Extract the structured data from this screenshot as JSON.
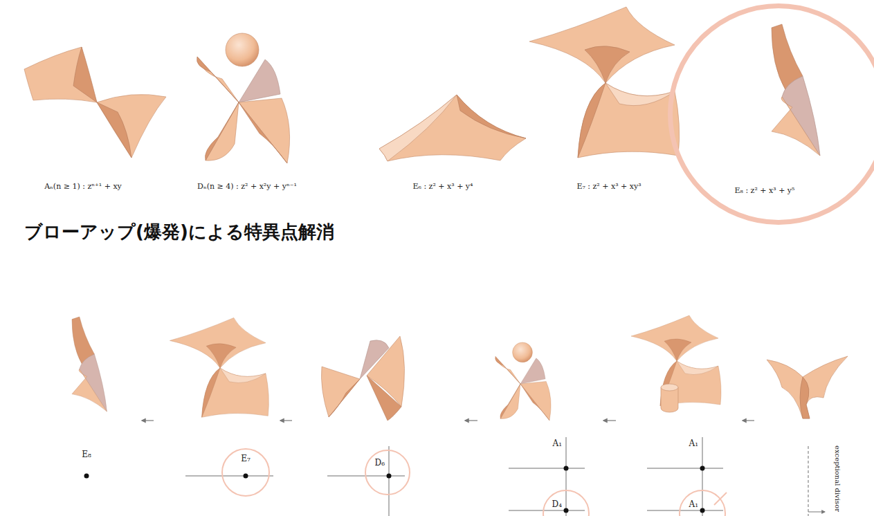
{
  "diagram": {
    "title": "ブローアップ(爆発)による特異点解消",
    "nodes": [
      {
        "text": [
          "E₈ : z² + x³ + y⁵"
        ]
      },
      {
        "text": [
          "E₇"
        ]
      },
      {
        "text": [
          "D₆"
        ]
      },
      {
        "text": [
          "D₄"
        ]
      },
      {
        "text": [
          "A₁"
        ]
      }
    ],
    "labels": [
      "Aₙ(n ≥ 1) : zⁿ⁺¹ + xy",
      "Dₙ(n ≥ 4) : z² + x²y + yⁿ⁻¹",
      "E₆ : z² + x³ + y⁴",
      "E₇ : z² + x³ + xy³",
      "E₈",
      "A₁",
      "A₁",
      "exceptional divisor"
    ]
  }
}
